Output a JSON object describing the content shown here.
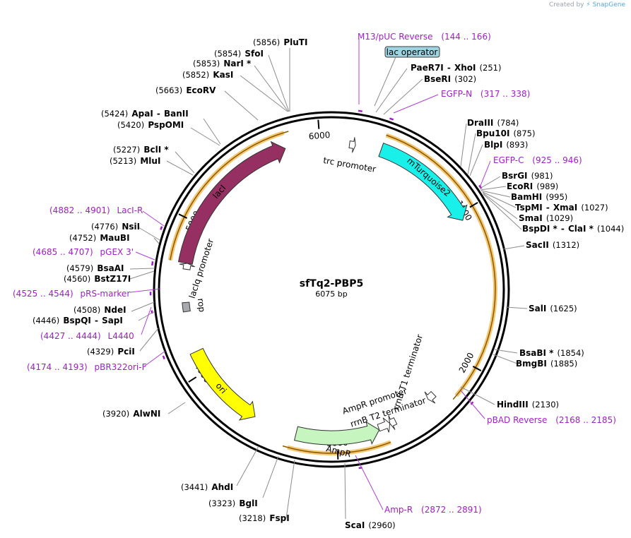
{
  "credit": {
    "prefix": "Created by",
    "brand": "SnapGene"
  },
  "plasmid": {
    "name": "sfTq2-PBP5",
    "size_label": "6075 bp",
    "length": 6075
  },
  "colors": {
    "backbone": "#000000",
    "primer": "#a020c8",
    "orange_track": "#f2b443",
    "lacI": "#963062",
    "mTurquoise2": "#1af0ea",
    "ori": "#ffff00",
    "AmpR": "#c6f5c0",
    "rop": "#a7a9ac",
    "lac_operator": "#9ed5e3"
  },
  "ruler": [
    {
      "label": "1000",
      "pos": 1000
    },
    {
      "label": "2000",
      "pos": 2000
    },
    {
      "label": "3000",
      "pos": 3000
    },
    {
      "label": "4000",
      "pos": 4000
    },
    {
      "label": "5000",
      "pos": 5000
    },
    {
      "label": "6000",
      "pos": 6000
    }
  ],
  "features": [
    {
      "name": "lacI",
      "label": "lacI",
      "start": 4730,
      "end": 5770,
      "dir": 1,
      "color": "#963062",
      "label_color": "#ffffff"
    },
    {
      "name": "mTurquoise2",
      "label": "mTurquoise2",
      "start": 330,
      "end": 1050,
      "dir": 1,
      "color": "#1af0ea",
      "label_color": "#000000"
    },
    {
      "name": "ori",
      "label": "ori",
      "start": 3560,
      "end": 4140,
      "dir": -1,
      "color": "#ffff00",
      "label_color": "#000000"
    },
    {
      "name": "AmpR",
      "label": "AmpR",
      "start": 2720,
      "end": 3270,
      "dir": -1,
      "color": "#c6f5c0",
      "label_color": "#000000"
    },
    {
      "name": "AmpR_promoter",
      "label": "AmpR promoter",
      "start": 2640,
      "end": 2720,
      "dir": -1,
      "color": "#ffffff",
      "label_color": "#000000"
    },
    {
      "name": "rrnB_T1",
      "label": "rrnB T1 terminator",
      "start": 2290,
      "end": 2340,
      "dir": 1,
      "color": "#ffffff",
      "label_color": "#000000"
    },
    {
      "name": "rrnB_T2",
      "label": "rrnB T2 terminator",
      "start": 2600,
      "end": 2640,
      "dir": 1,
      "color": "#ffffff",
      "label_color": "#000000"
    },
    {
      "name": "lacIq_promoter",
      "label": "lacIq promoter",
      "start": 4690,
      "end": 4730,
      "dir": 1,
      "color": "#ffffff",
      "label_color": "#000000"
    },
    {
      "name": "rop",
      "label": "rop",
      "start": 4410,
      "end": 4470,
      "dir": 0,
      "color": "#a7a9ac",
      "label_color": "#000000"
    },
    {
      "name": "trc_promoter",
      "label": "trc promoter",
      "start": 120,
      "end": 160,
      "dir": 1,
      "color": "#ffffff",
      "label_color": "#000000"
    }
  ],
  "lac_operator": {
    "label": "lac operator"
  },
  "sites": [
    {
      "id": "PluTI",
      "name": "PluTI",
      "pos": "(5856)"
    },
    {
      "id": "SfoI",
      "name": "SfoI",
      "pos": "(5854)"
    },
    {
      "id": "NarI",
      "name": "NarI *",
      "pos": "(5853)"
    },
    {
      "id": "KasI",
      "name": "KasI",
      "pos": "(5852)"
    },
    {
      "id": "EcoRV",
      "name": "EcoRV",
      "pos": "(5663)"
    },
    {
      "id": "ApaI",
      "name": "ApaI",
      "pos": "(5424)",
      "pair": "BanII"
    },
    {
      "id": "PspOMI",
      "name": "PspOMI",
      "pos": "(5420)"
    },
    {
      "id": "BclI",
      "name": "BclI *",
      "pos": "(5227)"
    },
    {
      "id": "MluI",
      "name": "MluI",
      "pos": "(5213)"
    },
    {
      "id": "NsiI",
      "name": "NsiI",
      "pos": "(4776)"
    },
    {
      "id": "MauBI",
      "name": "MauBI",
      "pos": "(4752)"
    },
    {
      "id": "BsaAI",
      "name": "BsaAI",
      "pos": "(4579)"
    },
    {
      "id": "BstZ17I",
      "name": "BstZ17I",
      "pos": "(4560)"
    },
    {
      "id": "NdeI",
      "name": "NdeI",
      "pos": "(4508)"
    },
    {
      "id": "BspQI",
      "name": "BspQI",
      "pos": "(4446)",
      "pair": "SapI"
    },
    {
      "id": "PciI",
      "name": "PciI",
      "pos": "(4329)"
    },
    {
      "id": "AlwNI",
      "name": "AlwNI",
      "pos": "(3920)"
    },
    {
      "id": "AhdI",
      "name": "AhdI",
      "pos": "(3441)"
    },
    {
      "id": "BglI",
      "name": "BglI",
      "pos": "(3323)"
    },
    {
      "id": "FspI",
      "name": "FspI",
      "pos": "(3218)"
    },
    {
      "id": "ScaI",
      "name": "ScaI",
      "pos": "(2960)"
    },
    {
      "id": "HindIII",
      "name": "HindIII",
      "pos": "(2130)"
    },
    {
      "id": "BsaBI",
      "name": "BsaBI *",
      "pos": "(1854)"
    },
    {
      "id": "BmgBI",
      "name": "BmgBI",
      "pos": "(1885)"
    },
    {
      "id": "SalI",
      "name": "SalI",
      "pos": "(1625)"
    },
    {
      "id": "SacII",
      "name": "SacII",
      "pos": "(1312)"
    },
    {
      "id": "BspDI",
      "name": "BspDI *",
      "pos": "(1044)",
      "pair": "ClaI *"
    },
    {
      "id": "SmaI",
      "name": "SmaI",
      "pos": "(1029)"
    },
    {
      "id": "TspMI",
      "name": "TspMI",
      "pos": "(1027)",
      "pair": "XmaI"
    },
    {
      "id": "BamHI",
      "name": "BamHI",
      "pos": "(995)"
    },
    {
      "id": "EcoRI",
      "name": "EcoRI",
      "pos": "(989)"
    },
    {
      "id": "BsrGI",
      "name": "BsrGI",
      "pos": "(981)"
    },
    {
      "id": "BlpI",
      "name": "BlpI",
      "pos": "(893)"
    },
    {
      "id": "Bpu10I",
      "name": "Bpu10I",
      "pos": "(875)"
    },
    {
      "id": "DraIII",
      "name": "DraIII",
      "pos": "(784)"
    },
    {
      "id": "BseRI",
      "name": "BseRI",
      "pos": "(302)"
    },
    {
      "id": "PaeR7I",
      "name": "PaeR7I",
      "pos": "(251)",
      "pair": "XhoI"
    }
  ],
  "primers": [
    {
      "id": "M13",
      "name": "M13/pUC Reverse",
      "range": "(144 .. 166)"
    },
    {
      "id": "EGFPN",
      "name": "EGFP-N",
      "range": "(317 .. 338)"
    },
    {
      "id": "EGFPC",
      "name": "EGFP-C",
      "range": "(925 .. 946)"
    },
    {
      "id": "pBAD",
      "name": "pBAD Reverse",
      "range": "(2168 .. 2185)"
    },
    {
      "id": "AmpRprimer",
      "name": "Amp-R",
      "range": "(2872 .. 2891)"
    },
    {
      "id": "pBR322",
      "name": "pBR322ori-F",
      "range": "(4174 .. 4193)"
    },
    {
      "id": "L4440",
      "name": "L4440",
      "range": "(4427 .. 4444)"
    },
    {
      "id": "pRS",
      "name": "pRS-marker",
      "range": "(4525 .. 4544)"
    },
    {
      "id": "pGEX",
      "name": "pGEX 3'",
      "range": "(4685 .. 4707)"
    },
    {
      "id": "LacIR",
      "name": "LacI-R",
      "range": "(4882 .. 4901)"
    }
  ]
}
